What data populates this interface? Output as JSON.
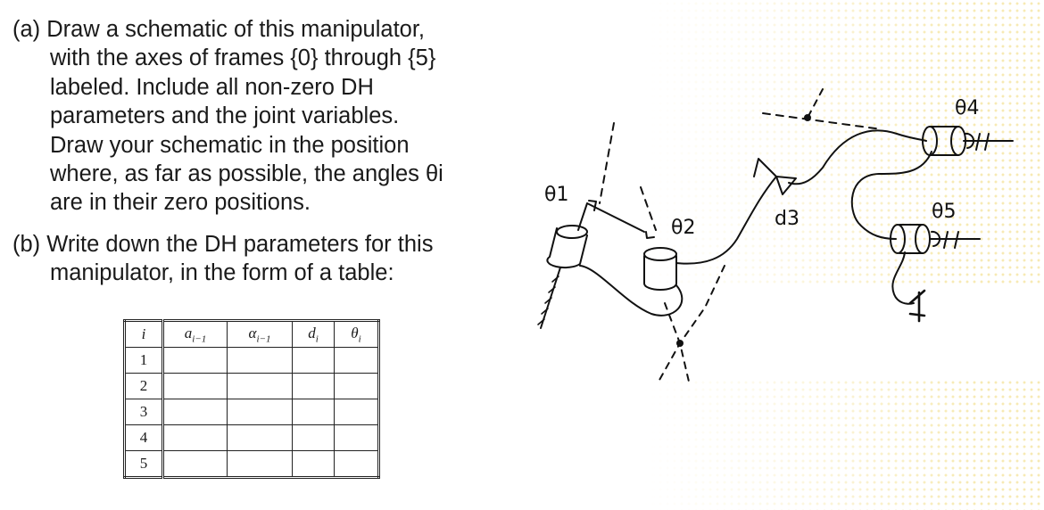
{
  "part_a": {
    "lines": [
      "(a) Draw a schematic of this manipulator,",
      "with the axes of frames {0} through {5}",
      "labeled. Include all non-zero DH",
      "parameters and the joint variables.",
      "Draw your schematic in the position",
      "where, as far as possible, the angles θi",
      "are in their zero positions."
    ]
  },
  "part_b": {
    "lines": [
      "(b) Write down the DH parameters for this",
      "manipulator, in the form of a table:"
    ]
  },
  "table": {
    "headers": {
      "i": "i",
      "a": "a",
      "a_sub": "i−1",
      "alpha": "α",
      "alpha_sub": "i−1",
      "d": "d",
      "d_sub": "i",
      "theta": "θ",
      "theta_sub": "i"
    },
    "rows": [
      "1",
      "2",
      "3",
      "4",
      "5"
    ]
  },
  "diagram": {
    "labels": {
      "theta1": "θ1",
      "theta2": "θ2",
      "d3": "d3",
      "theta4": "θ4",
      "theta5": "θ5"
    }
  },
  "colors": {
    "text": "#1a1a1a",
    "dot_pattern": "#f6e7a8"
  }
}
